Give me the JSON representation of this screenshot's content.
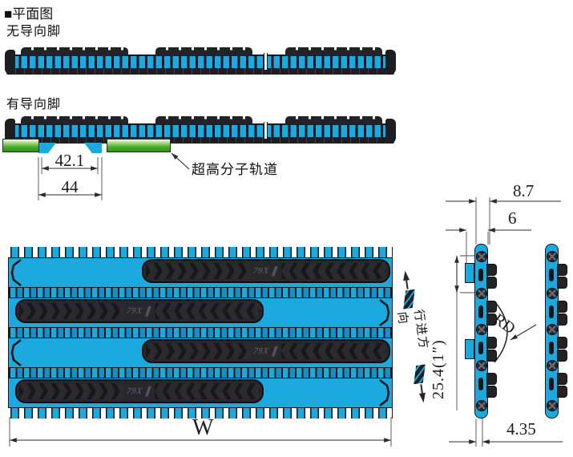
{
  "header": {
    "title": "■平面图",
    "variant_no_feet": "无导向脚",
    "variant_with_feet": "有导向脚"
  },
  "annotations": {
    "uhmw_track": "超高分子轨道",
    "direction": "行进方向",
    "pad_logo": "79X"
  },
  "dimensions": {
    "guide_inner": "42.1",
    "guide_outer": "44",
    "belt_width": "W",
    "overall_thickness": "8.7",
    "plate_thickness": "6",
    "pitch": "25.4(1″)",
    "bend_radius": "RD",
    "pin_offset": "4.35"
  },
  "colors": {
    "belt_cyan": "#1ba9de",
    "pad_dark": "#28282c",
    "outline_dark": "#15151a",
    "rail_green": "#3da321",
    "dim_line": "#333333"
  }
}
